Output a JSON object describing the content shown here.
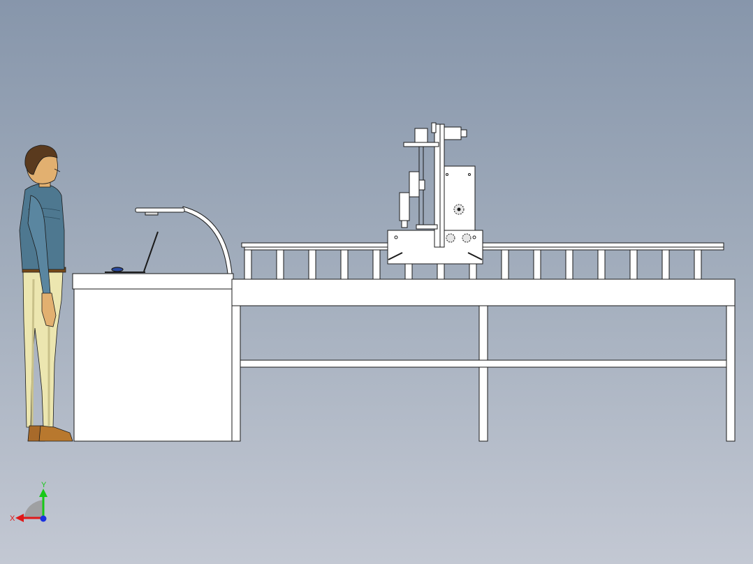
{
  "scene": {
    "view": "cad-model-side-view",
    "background_top": "#8796ab",
    "background_bottom": "#c3c8d3",
    "model_line_color": "#1a1a1a",
    "model_fill_color": "#ffffff"
  },
  "triad": {
    "x_label": "X",
    "y_label": "Y",
    "x_color": "#e01818",
    "y_color": "#18c818",
    "z_color": "#1830e0"
  }
}
